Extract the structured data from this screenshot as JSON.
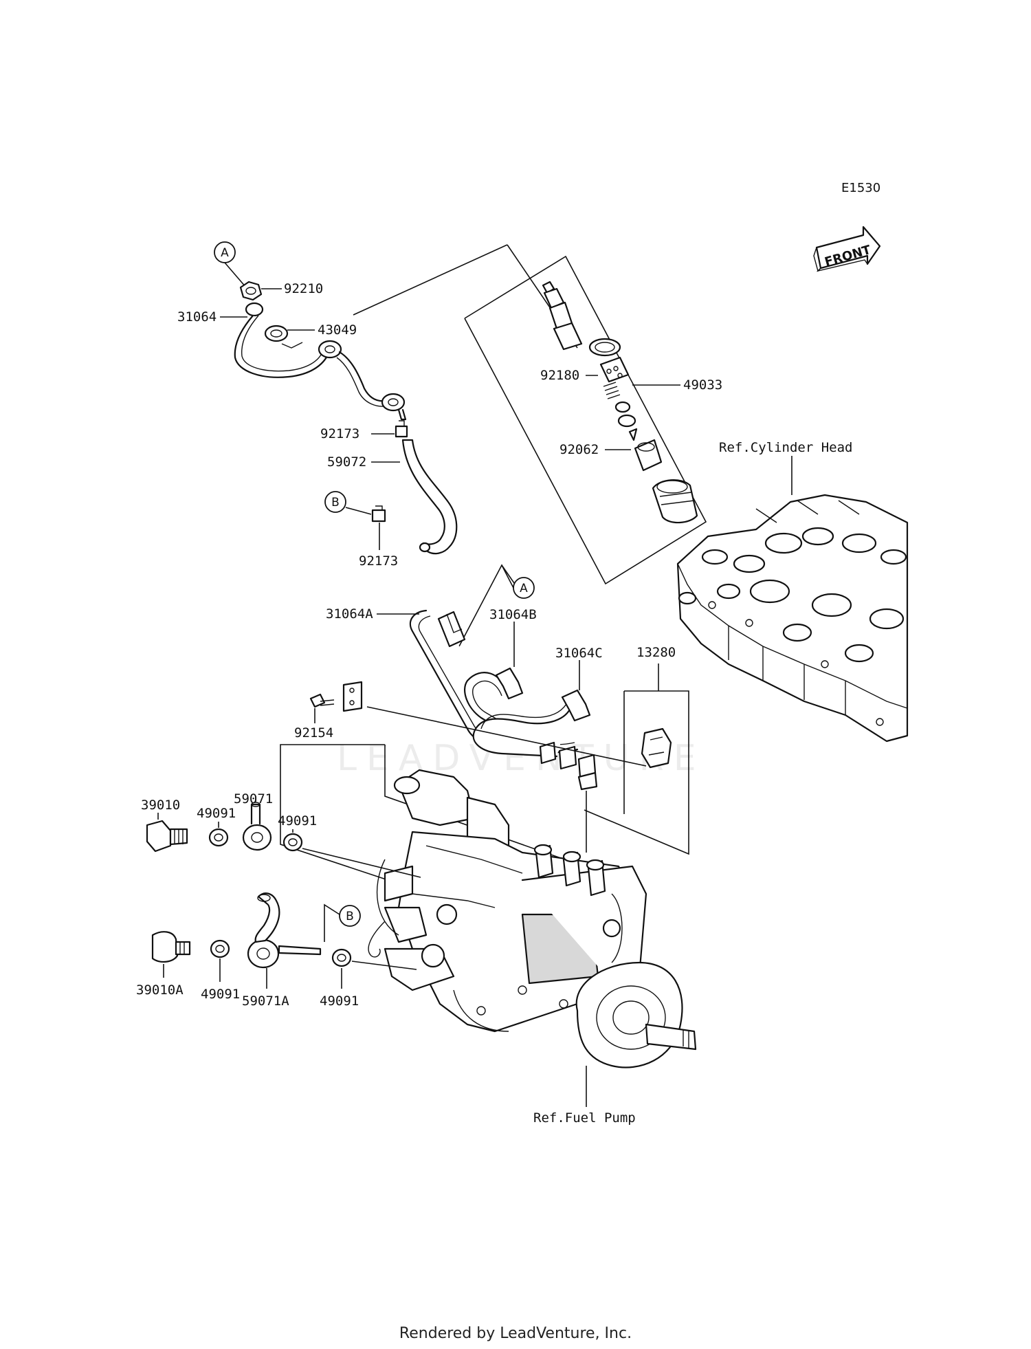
{
  "diagram_code": "E1530",
  "front_label": "FRONT",
  "watermark": "LEADVENTURE",
  "footer": "Rendered by LeadVenture, Inc.",
  "callouts": {
    "a_top": "A",
    "a_mid": "A",
    "b_left": "B",
    "b_pump": "B"
  },
  "references": {
    "cylinder_head": "Ref.Cylinder Head",
    "fuel_pump": "Ref.Fuel Pump"
  },
  "parts": {
    "p92210": "92210",
    "p31064": "31064",
    "p43049": "43049",
    "p92180": "92180",
    "p49033": "49033",
    "p92062": "92062",
    "p92173_top": "92173",
    "p59072": "59072",
    "p92173_bottom": "92173",
    "p31064A": "31064A",
    "p31064B": "31064B",
    "p31064C": "31064C",
    "p13280": "13280",
    "p92154": "92154",
    "p39010": "39010",
    "p49091_a": "49091",
    "p59071": "59071",
    "p49091_b": "49091",
    "p39010A": "39010A",
    "p49091_c": "49091",
    "p59071A": "59071A",
    "p49091_d": "49091"
  }
}
